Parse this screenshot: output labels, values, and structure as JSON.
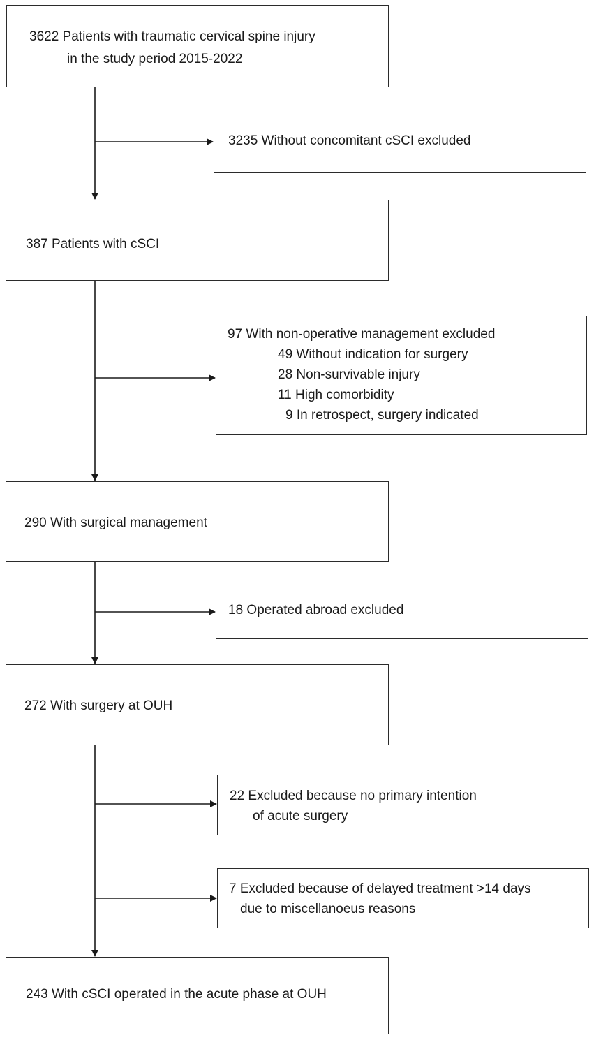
{
  "flowchart": {
    "main_boxes": [
      {
        "id": "total",
        "lines": [
          "3622 Patients with traumatic cervical spine injury",
          "in the study period 2015-2022"
        ]
      },
      {
        "id": "cscI",
        "lines": [
          "387 Patients with cSCI"
        ]
      },
      {
        "id": "surgical",
        "lines": [
          "290 With surgical management"
        ]
      },
      {
        "id": "ouh",
        "lines": [
          "272 With surgery at OUH"
        ]
      },
      {
        "id": "final",
        "lines": [
          "243 With cSCI operated in the acute phase at OUH"
        ]
      }
    ],
    "exclusion_boxes": [
      {
        "id": "no-cscI",
        "lines": [
          "3235 Without  concomitant cSCI excluded"
        ]
      },
      {
        "id": "non-operative",
        "lines": [
          "97 With non-operative management excluded",
          "49 Without indication for surgery",
          "28 Non-survivable injury",
          "11 High comorbidity",
          "9 In retrospect, surgery indicated"
        ]
      },
      {
        "id": "abroad",
        "lines": [
          "18 Operated abroad excluded"
        ]
      },
      {
        "id": "no-intention",
        "lines": [
          "22 Excluded because no primary  intention",
          "of acute surgery"
        ]
      },
      {
        "id": "delayed",
        "lines": [
          "7 Excluded because of delayed treatment >14 days",
          "due to miscellanoeus reasons"
        ]
      }
    ]
  }
}
